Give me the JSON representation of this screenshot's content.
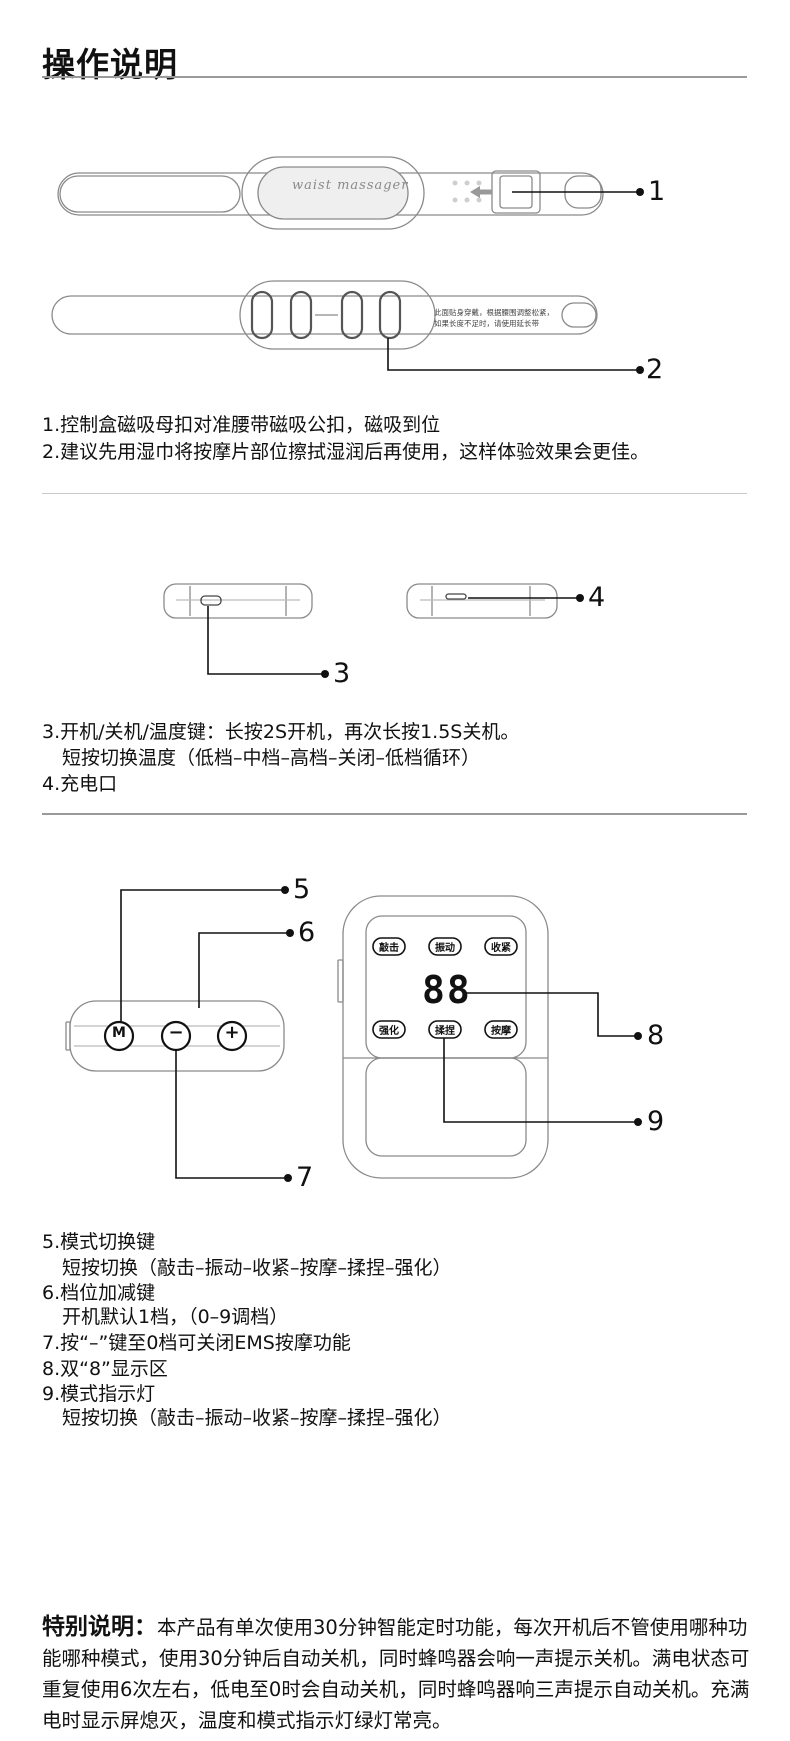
{
  "title": "操作说明",
  "section1": {
    "belt_logo_text": "waist massager",
    "belt_back_note_line1": "此面贴身穿戴，根据腰围调整松紧，",
    "belt_back_note_line2": "如果长度不足时，请使用延长带",
    "callouts": [
      "1",
      "2"
    ],
    "lines": [
      "1.控制盒磁吸母扣对准腰带磁吸公扣，磁吸到位",
      "2.建议先用湿巾将按摩片部位擦拭湿润后再使用，这样体验效果会更佳。"
    ]
  },
  "section2": {
    "callouts": [
      "3",
      "4"
    ],
    "lines": [
      "3.开机/关机/温度键：长按2S开机，再次长按1.5S关机。",
      "短按切换温度（低档–中档–高档–关闭–低档循环）",
      "4.充电口"
    ]
  },
  "section3": {
    "callouts": [
      "5",
      "6",
      "7",
      "8",
      "9"
    ],
    "side_buttons": [
      "M",
      "−",
      "+"
    ],
    "display_text": "88",
    "mode_labels": [
      "敲击",
      "振动",
      "收紧",
      "强化",
      "揉捏",
      "按摩"
    ],
    "lines": [
      "5.模式切换键",
      "短按切换（敲击–振动–收紧–按摩–揉捏–强化）",
      "6.档位加减键",
      "开机默认1档，（0–9调档）",
      "7.按“–”键至0档可关闭EMS按摩功能",
      "8.双“8”显示区",
      "9.模式指示灯",
      "短按切换（敲击–振动–收紧–按摩–揉捏–强化）"
    ]
  },
  "special_note": {
    "label": "特别说明：",
    "text": "本产品有单次使用30分钟智能定时功能，每次开机后不管使用哪种功能哪种模式，使用30分钟后自动关机，同时蜂鸣器会响一声提示关机。满电状态可重复使用6次左右，低电至0时会自动关机，同时蜂鸣器响三声提示自动关机。充满电时显示屏熄灭，温度和模式指示灯绿灯常亮。"
  }
}
